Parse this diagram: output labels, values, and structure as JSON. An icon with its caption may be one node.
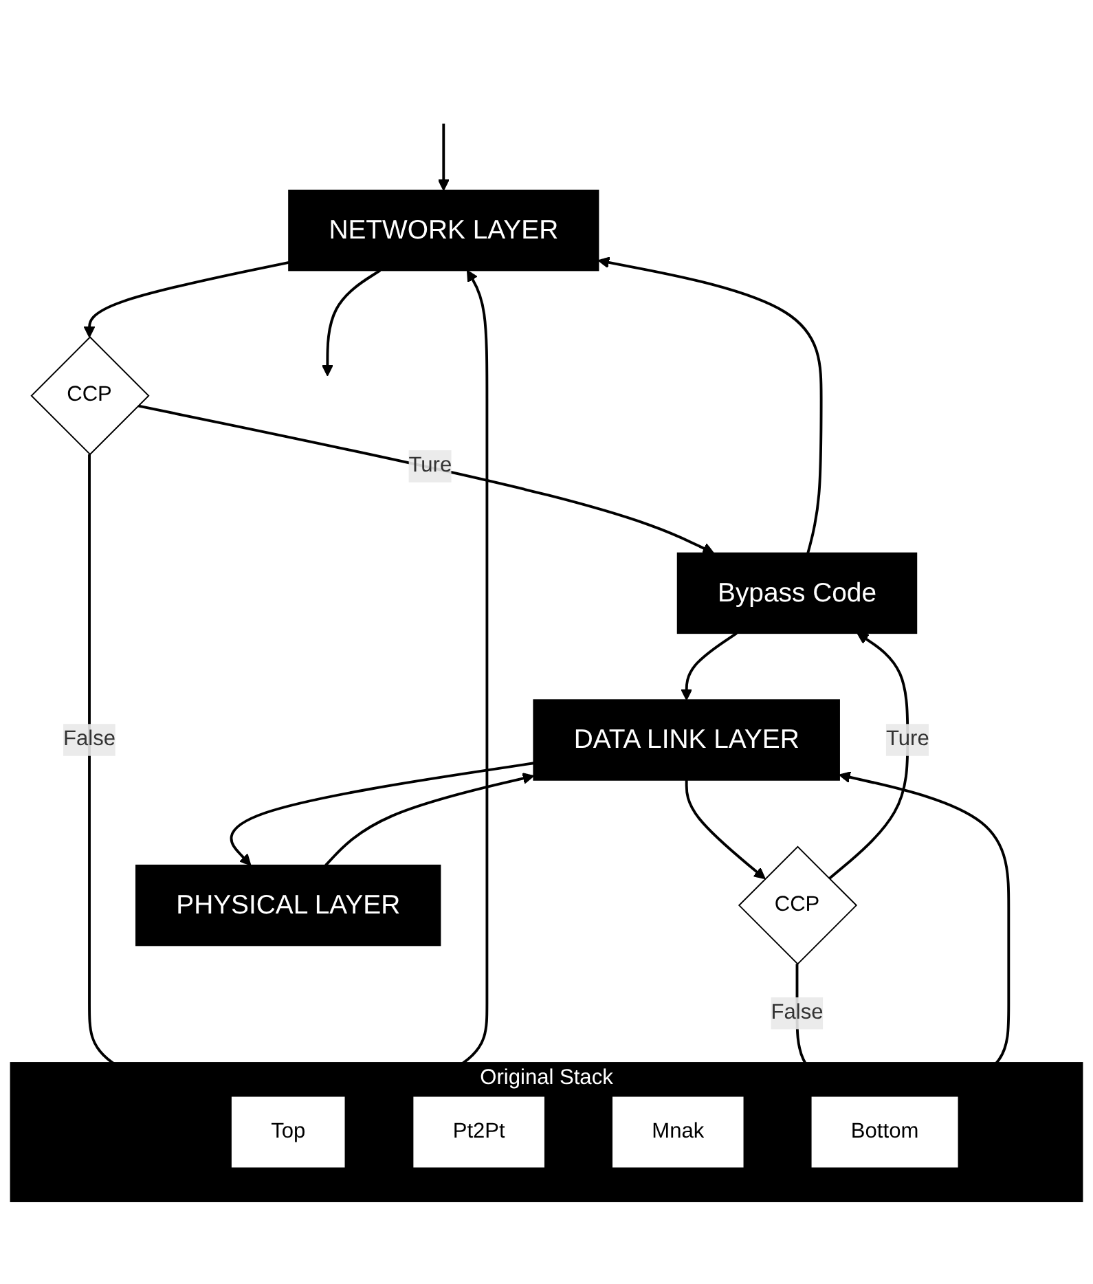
{
  "diagram": {
    "nodes": [
      {
        "text": [
          "NETWORK LAYER"
        ]
      },
      {
        "text": [
          "CCP"
        ]
      },
      {
        "text": [
          "Original Stack"
        ]
      },
      {
        "text": [
          "Top"
        ],
        "in": 2
      },
      {
        "text": [
          "Pt2Pt"
        ],
        "in": 2
      },
      {
        "text": [
          "Mnak"
        ],
        "in": 2
      },
      {
        "text": [
          "Bottom"
        ],
        "in": 2
      },
      {
        "text": [
          "Bypass Code"
        ]
      },
      {
        "text": [
          "CCP"
        ]
      },
      {
        "text": [
          "DATA LINK LAYER"
        ]
      },
      {
        "text": [
          "PHYSICAL LAYER"
        ]
      }
    ],
    "edges": [
      {
        "from": null,
        "to": 0,
        "arrow": "to"
      },
      {
        "from": 0,
        "to": null,
        "arrow": "to"
      },
      {
        "from": 0,
        "to": 1,
        "arrow": "to"
      },
      {
        "from": 1,
        "to": 3,
        "label": "False",
        "arrow": "to"
      },
      {
        "from": 1,
        "to": 7,
        "label": "Ture",
        "arrow": "to"
      },
      {
        "from": 3,
        "to": 0,
        "arrow": "to"
      },
      {
        "from": 7,
        "to": 0,
        "arrow": "to"
      },
      {
        "from": 6,
        "to": 9,
        "arrow": "to"
      },
      {
        "from": 9,
        "to": 8,
        "arrow": "to"
      },
      {
        "from": 8,
        "to": 6,
        "label": "False",
        "arrow": "to"
      },
      {
        "from": 8,
        "to": 7,
        "label": "Ture",
        "arrow": "to"
      },
      {
        "from": 7,
        "to": 9,
        "arrow": "to"
      },
      {
        "from": 9,
        "to": 10,
        "arrow": "to"
      },
      {
        "from": 10,
        "to": 9,
        "arrow": "to"
      }
    ]
  }
}
